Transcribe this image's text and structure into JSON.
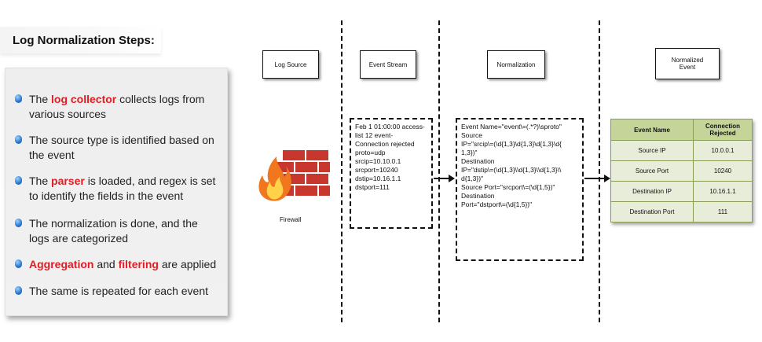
{
  "title": "Log Normalization Steps:",
  "steps": [
    {
      "before": "The ",
      "highlight": "log collector",
      "after": " collects logs from various sources",
      "highlight2": "",
      "after2": ""
    },
    {
      "before": "The source type is identified based on the event",
      "highlight": "",
      "after": "",
      "highlight2": "",
      "after2": ""
    },
    {
      "before": "The ",
      "highlight": "parser",
      "after": " is loaded, and regex is set to identify the fields in the event",
      "highlight2": "",
      "after2": ""
    },
    {
      "before": "The normalization is done, and the logs are categorized",
      "highlight": "",
      "after": "",
      "highlight2": "",
      "after2": ""
    },
    {
      "before": "",
      "highlight": "Aggregation",
      "after": " and ",
      "highlight2": "filtering",
      "after2": " are applied"
    },
    {
      "before": "The same is repeated for each event",
      "highlight": "",
      "after": "",
      "highlight2": "",
      "after2": ""
    }
  ],
  "columns": {
    "log_source": "Log Source",
    "event_stream": "Event Stream",
    "normalization": "Normalization",
    "normalized_event_1": "Normalized",
    "normalized_event_2": "Event"
  },
  "firewall_label": "Firewall",
  "event_stream_lines": [
    "Feb 1 01:00:00 access-",
    "list 12 event-",
    "Connection rejected",
    "proto=udp",
    "srcip=10.10.0.1",
    "srcport=10240",
    "dstip=10.16.1.1",
    "dstport=111"
  ],
  "normalization_lines": [
    "Event Name=\"event\\=(.*?)\\sproto\"",
    "Source",
    "IP=\"srcip\\=(\\d{1,3}\\d{1,3}\\d{1,3}\\d{",
    "1,3})\"",
    "Destination",
    "IP=\"dstip\\=(\\d{1,3}\\\\d{1,3}\\\\d{1,3}\\\\",
    "d{1,3})\"",
    "Source Port=\"srcport\\=(\\d{1,5})\"",
    "Destination",
    "Port=\"dstport\\=(\\d{1,5})\""
  ],
  "table": {
    "headers": [
      "Event Name",
      "Connection Rejected"
    ],
    "rows": [
      [
        "Source IP",
        "10.0.0.1"
      ],
      [
        "Source Port",
        "10240"
      ],
      [
        "Destination IP",
        "10.16.1.1"
      ],
      [
        "Destination Port",
        "111"
      ]
    ]
  },
  "colors": {
    "highlight": "#e31b23",
    "bullet": "#2f7fd4",
    "table_header": "#c5d59a",
    "table_body": "#e8edda",
    "table_border": "#8a9d55",
    "firewall_brick": "#c8372e",
    "flame": "#f0771e"
  }
}
